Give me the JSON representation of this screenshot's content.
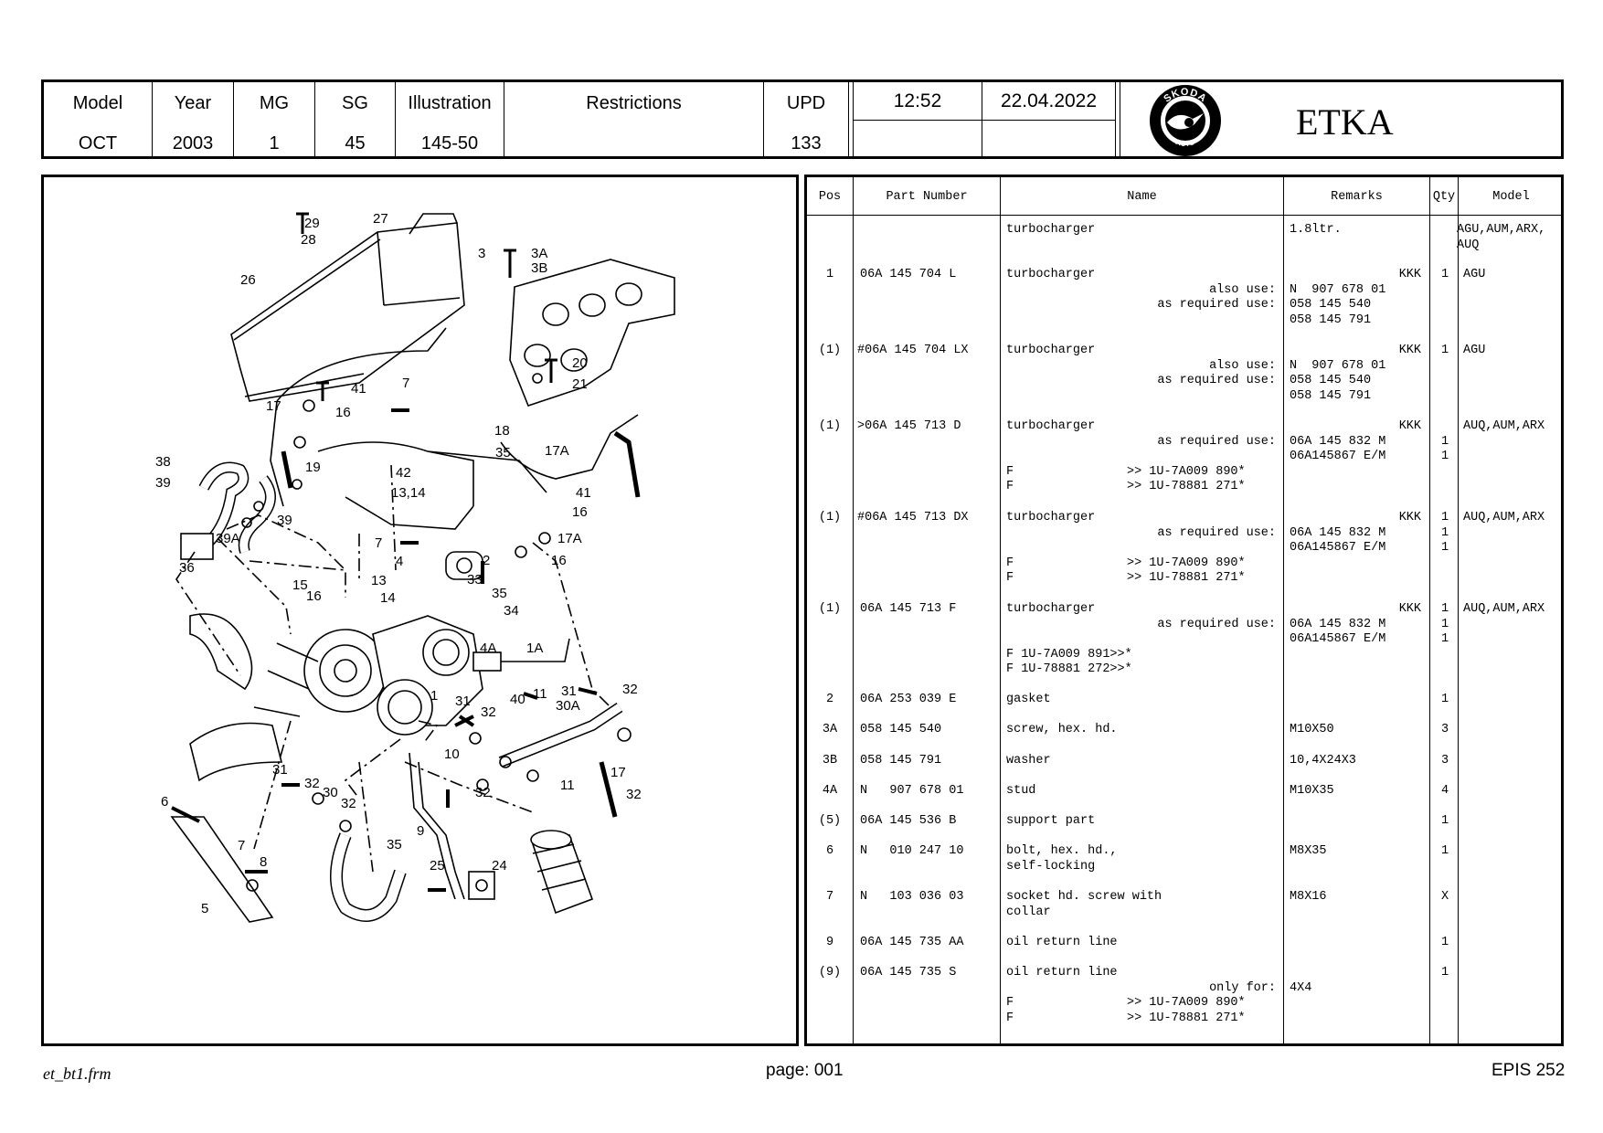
{
  "header": {
    "cells": [
      {
        "label": "Model",
        "value": "OCT"
      },
      {
        "label": "Year",
        "value": "2003"
      },
      {
        "label": "MG",
        "value": "1"
      },
      {
        "label": "SG",
        "value": "45"
      },
      {
        "label": "Illustration",
        "value": "145-50"
      },
      {
        "label": "Restrictions",
        "value": ""
      },
      {
        "label": "UPD",
        "value": "133"
      }
    ],
    "time": "12:52",
    "date": "22.04.2022",
    "logo_text_top": "SKODA",
    "logo_text_bottom": "AUTO",
    "app_name": "ETKA"
  },
  "table": {
    "columns": [
      "Pos",
      "Part Number",
      "Name",
      "Remarks",
      "Qty",
      "Model"
    ],
    "rows": [
      {
        "pos": "",
        "part": "",
        "name": "turbocharger",
        "remarks": "1.8ltr.",
        "qty": "",
        "model": "AGU,AUM,ARX, AUQ"
      },
      {
        "pos": "1",
        "part": "06A 145 704 L",
        "name": "turbocharger",
        "code": "KKK",
        "qty": "1",
        "model": "AGU",
        "sub": [
          {
            "label": "also use:",
            "value": "N  907 678 01"
          },
          {
            "label": "as required use:",
            "value": "058 145 540"
          },
          {
            "label": "",
            "value": "058 145 791"
          }
        ]
      },
      {
        "pos": "(1)",
        "part": "#06A 145 704 LX",
        "name": "turbocharger",
        "code": "KKK",
        "qty": "1",
        "model": "AGU",
        "sub": [
          {
            "label": "also use:",
            "value": "N  907 678 01"
          },
          {
            "label": "as required use:",
            "value": "058 145 540"
          },
          {
            "label": "",
            "value": "058 145 791"
          }
        ]
      },
      {
        "pos": "(1)",
        "part": ">06A 145 713 D",
        "name": "turbocharger",
        "code": "KKK",
        "qty": "",
        "model": "AUQ,AUM,ARX",
        "sub": [
          {
            "label": "as required use:",
            "value": "06A 145 832 M",
            "qty": "1"
          },
          {
            "label": "",
            "value": "06A145867 E/M",
            "qty": "1"
          }
        ],
        "notes": [
          {
            "f": "F",
            "v": ">> 1U-7A009 890*"
          },
          {
            "f": "F",
            "v": ">> 1U-78881 271*"
          }
        ]
      },
      {
        "pos": "(1)",
        "part": "#06A 145 713 DX",
        "name": "turbocharger",
        "code": "KKK",
        "qty": "1",
        "model": "AUQ,AUM,ARX",
        "sub": [
          {
            "label": "as required use:",
            "value": "06A 145 832 M",
            "qty": "1"
          },
          {
            "label": "",
            "value": "06A145867 E/M",
            "qty": "1"
          }
        ],
        "notes": [
          {
            "f": "F",
            "v": ">> 1U-7A009 890*"
          },
          {
            "f": "F",
            "v": ">> 1U-78881 271*"
          }
        ]
      },
      {
        "pos": "(1)",
        "part": "06A 145 713 F",
        "name": "turbocharger",
        "code": "KKK",
        "qty": "1",
        "model": "AUQ,AUM,ARX",
        "sub": [
          {
            "label": "as required use:",
            "value": "06A 145 832 M",
            "qty": "1"
          },
          {
            "label": "",
            "value": "06A145867 E/M",
            "qty": "1"
          }
        ],
        "fnotes": [
          "F 1U-7A009 891>>*",
          "F 1U-78881 272>>*"
        ]
      },
      {
        "pos": "2",
        "part": "06A 253 039 E",
        "name": "gasket",
        "remarks": "",
        "qty": "1",
        "model": ""
      },
      {
        "pos": "3A",
        "part": "058 145 540",
        "name": "screw, hex. hd.",
        "remarks": "M10X50",
        "qty": "3",
        "model": ""
      },
      {
        "pos": "3B",
        "part": "058 145 791",
        "name": "washer",
        "remarks": "10,4X24X3",
        "qty": "3",
        "model": ""
      },
      {
        "pos": "4A",
        "part": "N   907 678 01",
        "name": "stud",
        "remarks": "M10X35",
        "qty": "4",
        "model": ""
      },
      {
        "pos": "(5)",
        "part": "06A 145 536 B",
        "name": "support part",
        "remarks": "",
        "qty": "1",
        "model": ""
      },
      {
        "pos": "6",
        "part": "N   010 247 10",
        "name": "bolt, hex. hd.,",
        "name2": "self-locking",
        "remarks": "M8X35",
        "qty": "1",
        "model": ""
      },
      {
        "pos": "7",
        "part": "N   103 036 03",
        "name": "socket hd. screw with",
        "name2": "collar",
        "remarks": "M8X16",
        "qty": "X",
        "model": ""
      },
      {
        "pos": "9",
        "part": "06A 145 735 AA",
        "name": "oil return line",
        "remarks": "",
        "qty": "1",
        "model": ""
      },
      {
        "pos": "(9)",
        "part": "06A 145 735 S",
        "name": "oil return line",
        "qty": "1",
        "model": "",
        "sub": [
          {
            "label": "only for:",
            "value": "4X4"
          }
        ],
        "notes": [
          {
            "f": "F",
            "v": ">> 1U-7A009 890*"
          },
          {
            "f": "F",
            "v": ">> 1U-78881 271*"
          }
        ]
      }
    ]
  },
  "illustration": {
    "labels": [
      "27",
      "29",
      "28",
      "26",
      "3",
      "3A",
      "3B",
      "20",
      "21",
      "41",
      "17",
      "7",
      "16",
      "18",
      "35",
      "19",
      "17A",
      "38",
      "42",
      "13,14",
      "41",
      "16",
      "39",
      "17A",
      "39",
      "36",
      "39A",
      "7",
      "4",
      "2",
      "16",
      "15",
      "13",
      "16",
      "14",
      "33",
      "35",
      "34",
      "4A",
      "1A",
      "31",
      "32",
      "1",
      "31",
      "32",
      "40",
      "11",
      "30A",
      "10",
      "32",
      "11",
      "17",
      "32",
      "31",
      "32",
      "30",
      "32",
      "6",
      "7",
      "8",
      "5",
      "35",
      "9",
      "25",
      "24"
    ]
  },
  "footer": {
    "form": "et_bt1.frm",
    "page": "page: 001",
    "version": "EPIS 252"
  }
}
